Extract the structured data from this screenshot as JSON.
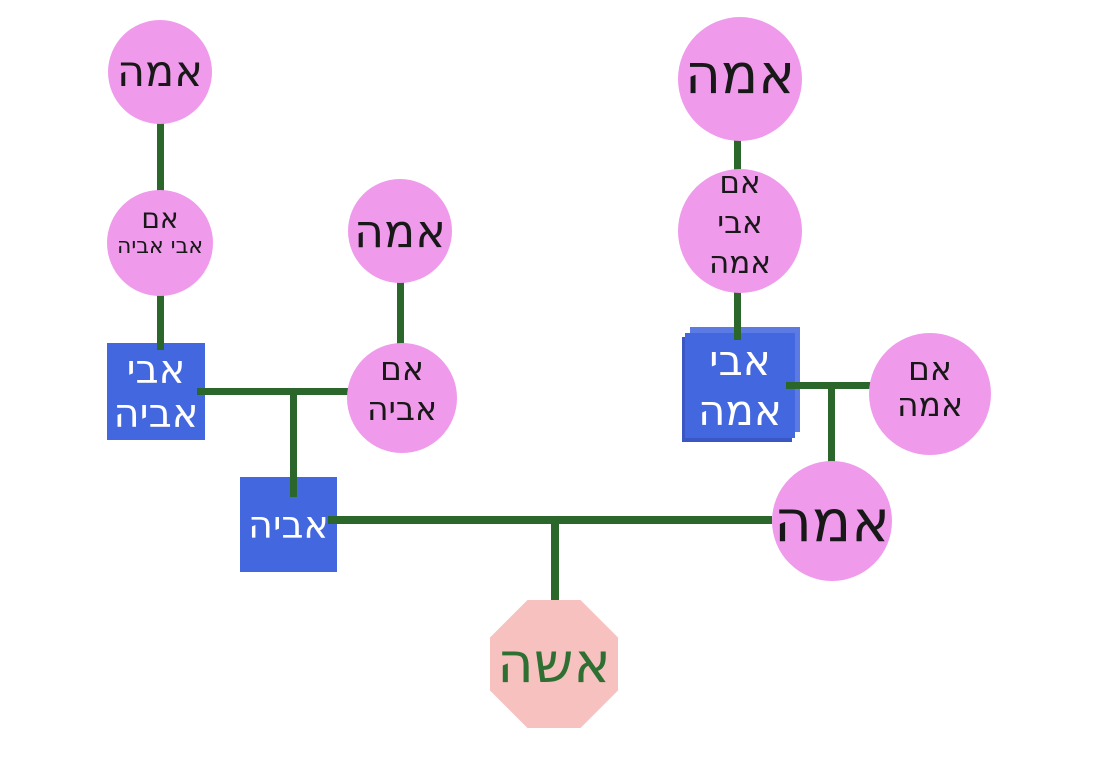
{
  "diagram": {
    "type": "family-tree",
    "text_direction": "rtl",
    "colors": {
      "background": "#ffffff",
      "circle_fill": "#F09AEC",
      "circle_text": "#181818",
      "square_fill": "#4367DF",
      "square_text": "#ffffff",
      "edge_color": "#2B662B",
      "octagon_fill": "#F6C1BF",
      "octagon_text": "#2F7032"
    },
    "nodes": {
      "mother_of_paternal_great_grandmother": {
        "shape": "circle",
        "lines": [
          "אמה"
        ]
      },
      "paternal_great_grandmother": {
        "shape": "circle",
        "lines": [
          "אם",
          "אבי אביה"
        ]
      },
      "paternal_grandfather": {
        "shape": "square",
        "lines": [
          "אבי",
          "אביה"
        ]
      },
      "mother_of_paternal_grandmother": {
        "shape": "circle",
        "lines": [
          "אמה"
        ]
      },
      "paternal_grandmother": {
        "shape": "circle",
        "lines": [
          "אם",
          "אביה"
        ]
      },
      "father": {
        "shape": "square",
        "lines": [
          "אביה"
        ]
      },
      "mother_of_maternal_great_grandmother": {
        "shape": "circle",
        "lines": [
          "אמה"
        ]
      },
      "maternal_great_grandmother": {
        "shape": "circle",
        "lines": [
          "אם",
          "אבי",
          "אמה"
        ]
      },
      "maternal_grandfather": {
        "shape": "square",
        "lines": [
          "אבי",
          "אמה"
        ]
      },
      "maternal_grandmother": {
        "shape": "circle",
        "lines": [
          "אם",
          "אמה"
        ]
      },
      "mother": {
        "shape": "circle",
        "lines": [
          "אמה"
        ]
      },
      "subject": {
        "shape": "octagon",
        "lines": [
          "אשה"
        ]
      }
    }
  }
}
